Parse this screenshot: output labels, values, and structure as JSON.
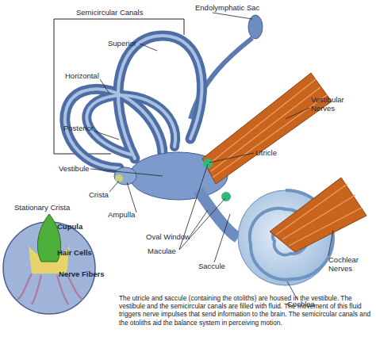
{
  "diagram": {
    "caption": "The utricle and saccule (containing the otoliths) are housed in the vestibule. The vestibule and the semicircular canals are filled with fluid. The movement of this fluid triggers nerve impulses that send information to the brain. The semicircular canals and the otoliths aid the balance system in perceiving motion.",
    "nodes": [
      {
        "text": [
          "Stationary Crista",
          "Cupula",
          "Hair Cells",
          "Nerve Fibers"
        ]
      }
    ],
    "labels": [
      "Semicircular Canals",
      "Endolymphatic Sac",
      "Superior",
      "Horizontal",
      "Vestibular Nerves",
      "Posterior",
      "Utricle",
      "Vestibule",
      "Crista",
      "Ampulla",
      "Oval Window",
      "Maculae",
      "Saccule",
      "Cochlear Nerves",
      "Cochlea"
    ]
  }
}
